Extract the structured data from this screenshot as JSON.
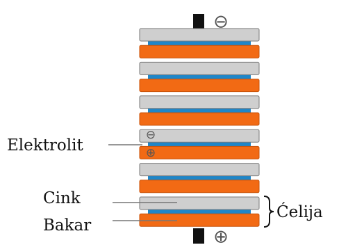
{
  "labels": {
    "electrolyte": "Elektrolit",
    "zinc": "Cink",
    "copper": "Bakar",
    "cell": "Ćelija"
  },
  "signs": {
    "negative": "⊖",
    "positive": "⊕"
  },
  "colors": {
    "zinc_plate": "#cfcfcf",
    "copper_plate": "#f26a14",
    "electrolyte_layer": "#1f86c8",
    "terminal": "#111111",
    "outline": "#7a7a7a"
  }
}
